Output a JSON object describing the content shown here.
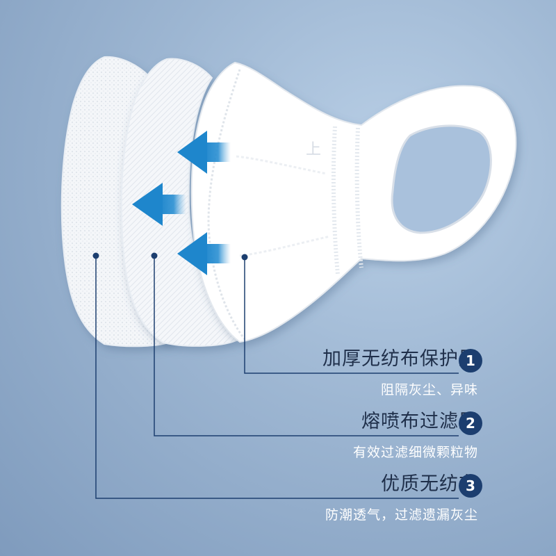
{
  "layers": [
    {
      "number": "1",
      "title": "加厚无纺布保护层",
      "description": "阻隔灰尘、异味"
    },
    {
      "number": "2",
      "title": "熔喷布过滤层",
      "description": "有效过滤细微颗粒物"
    },
    {
      "number": "3",
      "title": "优质无纺布",
      "description": "防潮透气，过滤遗漏灰尘"
    }
  ],
  "mask_imprint": "上",
  "colors": {
    "arrow": "#1e86cc",
    "line": "#1c3e6f",
    "badge": "#1c3e6f",
    "title_text": "#1f2f4a",
    "sub_text": "#ffffff"
  },
  "icons": [
    "arrow-left-icon",
    "arrow-left-icon",
    "arrow-left-icon"
  ]
}
